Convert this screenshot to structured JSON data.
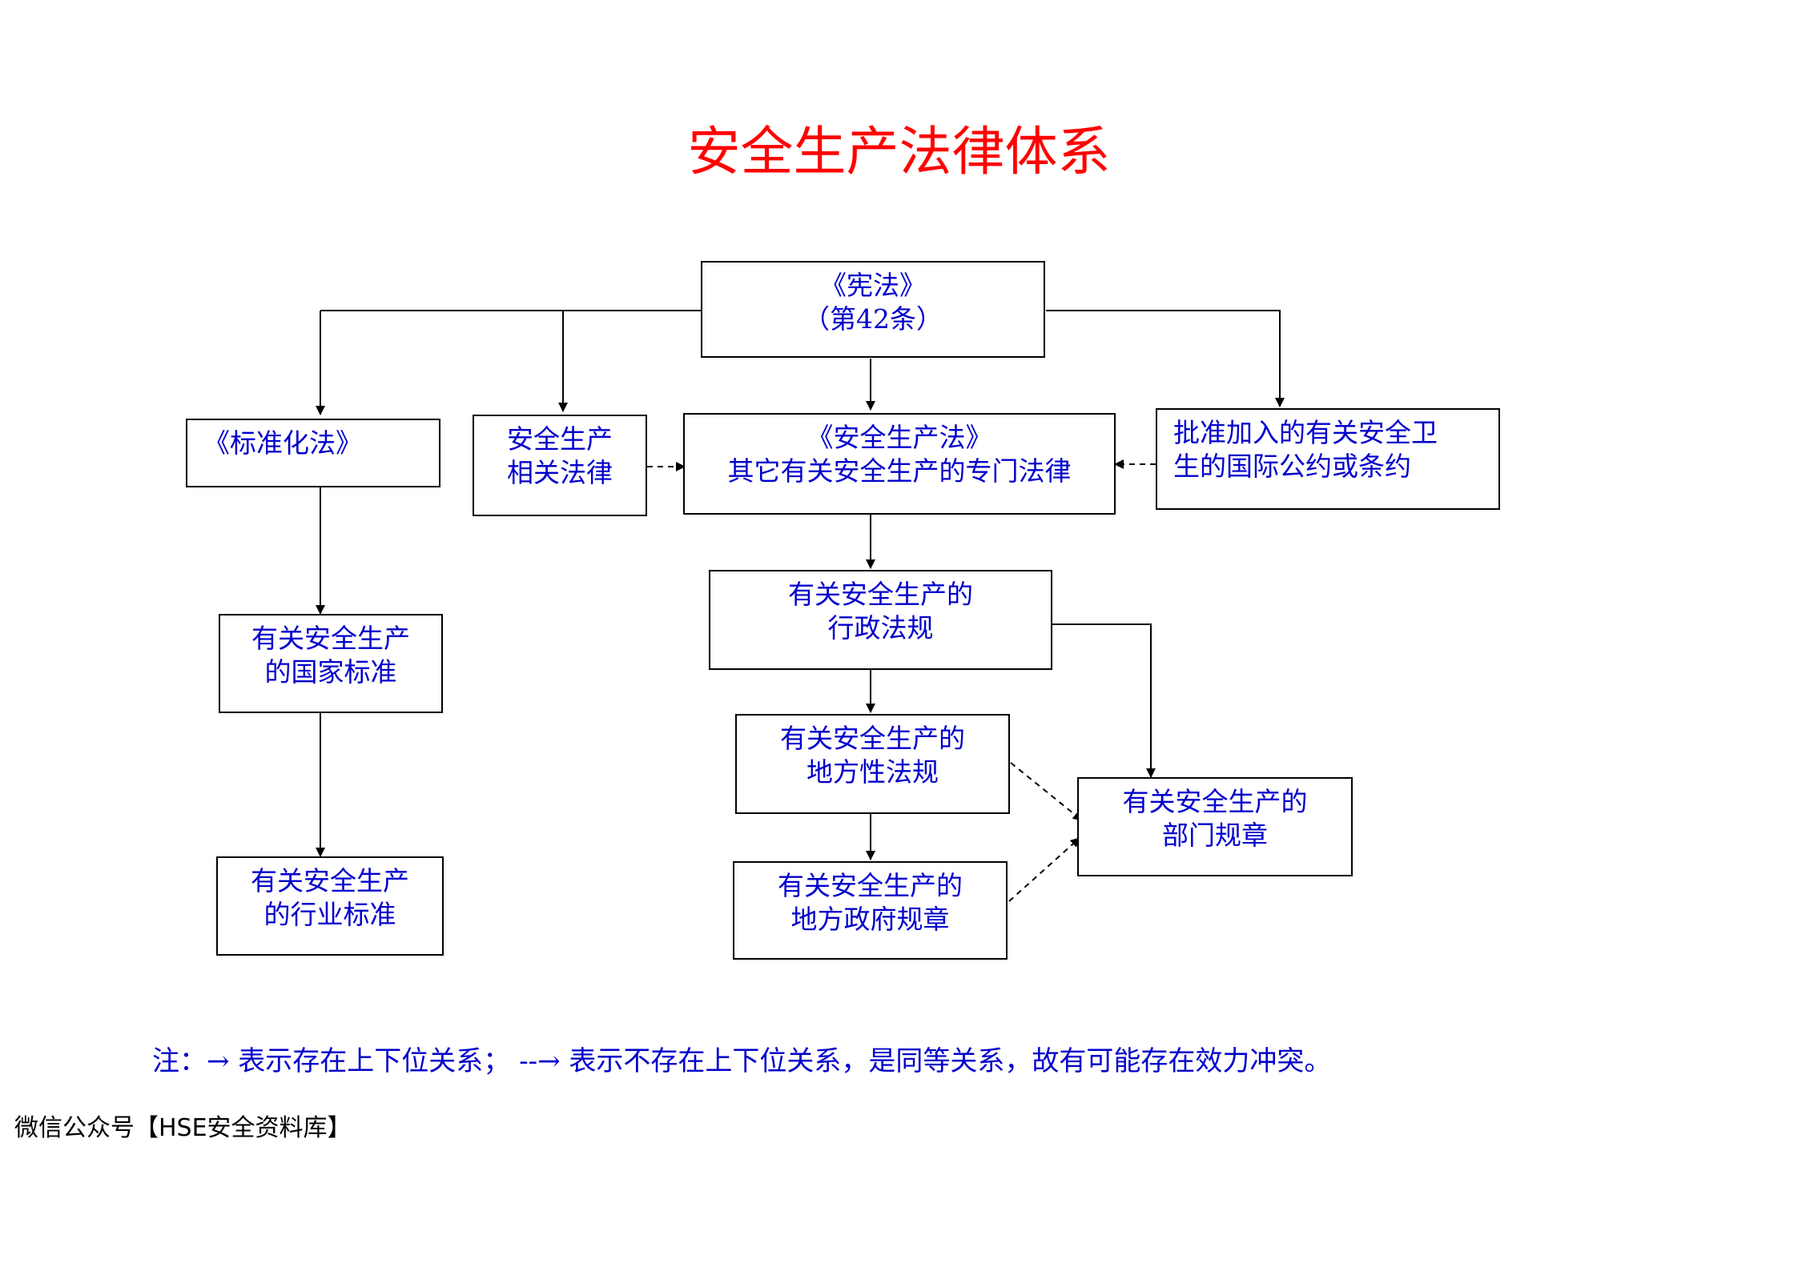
{
  "title": "安全生产法律体系",
  "nodes": {
    "constitution": [
      "《宪法》",
      "（第42条）"
    ],
    "standardization_law": [
      "《标准化法》"
    ],
    "related_laws": [
      "安全生产",
      "相关法律"
    ],
    "safety_law": [
      "《安全生产法》",
      "其它有关安全生产的专门法律"
    ],
    "conventions": [
      "批准加入的有关安全卫",
      "生的国际公约或条约"
    ],
    "national_standards": [
      "有关安全生产",
      "的国家标准"
    ],
    "admin_regulations": [
      "有关安全生产的",
      "行政法规"
    ],
    "local_regulations": [
      "有关安全生产的",
      "地方性法规"
    ],
    "department_rules": [
      "有关安全生产的",
      "部门规章"
    ],
    "industry_standards": [
      "有关安全生产",
      "的行业标准"
    ],
    "local_gov_rules": [
      "有关安全生产的",
      "地方政府规章"
    ]
  },
  "note": "注：→ 表示存在上下位关系； --→ 表示不存在上下位关系，是同等关系，故有可能存在效力冲突。",
  "credit": "微信公众号【HSE安全资料库】",
  "colors": {
    "title": "#ff0000",
    "node_text": "#0000cc",
    "lines": "#000000"
  }
}
